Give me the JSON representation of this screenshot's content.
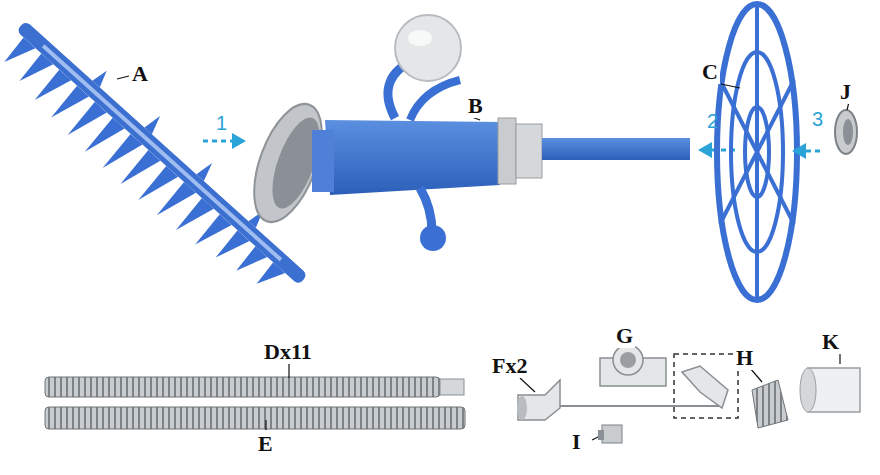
{
  "diagram": {
    "labels": [
      "A",
      "1",
      "B",
      "2",
      "3",
      "C",
      "J",
      "Dx11",
      "Fx2",
      "G",
      "K",
      "H",
      "E",
      "I"
    ]
  }
}
